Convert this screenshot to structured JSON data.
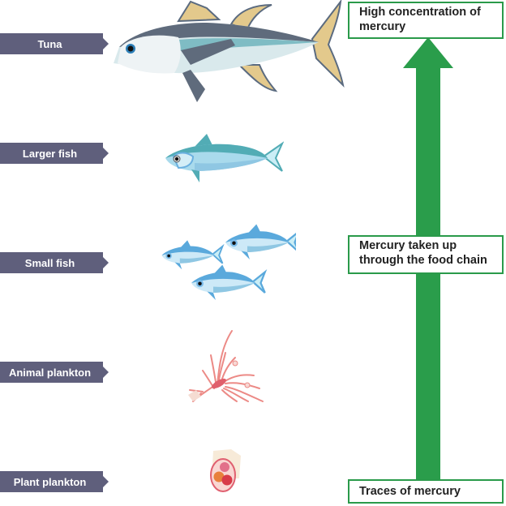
{
  "diagram": {
    "title": "Mercury in the food chain",
    "levels": [
      {
        "label": "Tuna",
        "icon": "tuna-icon"
      },
      {
        "label": "Larger fish",
        "icon": "larger-fish-icon"
      },
      {
        "label": "Small fish",
        "icon": "small-fish-icon"
      },
      {
        "label": "Animal plankton",
        "icon": "animal-plankton-icon"
      },
      {
        "label": "Plant plankton",
        "icon": "plant-plankton-icon"
      }
    ],
    "annotations": {
      "top": "High concentration of mercury",
      "middle": "Mercury taken up through the food chain",
      "bottom": "Traces of mercury"
    },
    "arrow": {
      "direction": "up",
      "color": "#2a9d4b"
    },
    "colors": {
      "label_bg": "#5f5f7c",
      "box_border": "#2a9a4a"
    }
  }
}
